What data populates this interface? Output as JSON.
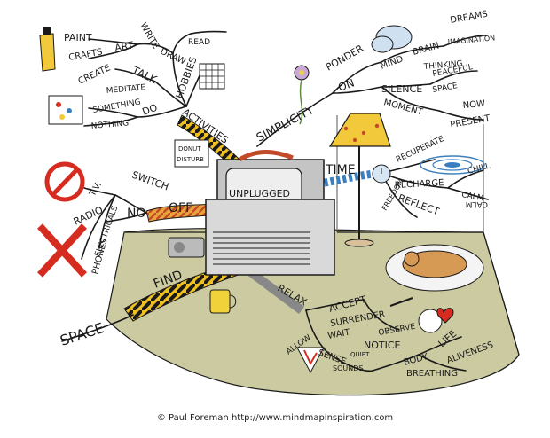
{
  "center": {
    "label": "UNPLUGGED"
  },
  "branches": {
    "simplicity": "SIMPLICITY",
    "time": "TIME",
    "relax": "RELAX",
    "find": "FIND",
    "space": "SPACE",
    "off": "OFF",
    "no": "NO",
    "switch": "SWITCH",
    "activities": "ACTIVITIES",
    "on": "ON"
  },
  "activities": {
    "do": "DO",
    "something": "SOMETHING",
    "nothing": "NOTHING",
    "meditate": "MEDITATE",
    "talk": "TALK",
    "create": "CREATE",
    "crafts": "CRAFTS",
    "paint": "PAINT",
    "art": "ART",
    "write": "WRITE",
    "draw": "DRAW",
    "read": "READ",
    "hobbies": "HOBBIES"
  },
  "on": {
    "ponder": "PONDER",
    "mind": "MIND",
    "brain": "BRAIN",
    "dreams": "DREAMS",
    "imagination": "IMAGINATION",
    "thinking": "THINKING",
    "silence": "SILENCE",
    "peaceful": "PEACEFUL",
    "space": "SPACE",
    "moment": "MOMENT",
    "now": "NOW",
    "present": "PRESENT"
  },
  "time": {
    "recuperate": "RECUPERATE",
    "recharge": "RECHARGE",
    "chill": "CHILL",
    "calm": "CALM",
    "reflect": "REFLECT",
    "freedom": "FREEDOM",
    "calm_mirror": "CALM"
  },
  "no": {
    "tv": "T.V.",
    "radio": "RADIO",
    "electricals": "ELECTRICALS",
    "phones": "PHONES"
  },
  "relax": {
    "accept": "ACCEPT",
    "surrender": "SURRENDER",
    "observe": "OBSERVE",
    "wait": "WAIT",
    "notice": "NOTICE",
    "allow": "ALLOW",
    "sense": "SENSE",
    "quiet": "QUIET",
    "sounds": "SOUNDS",
    "body": "BODY",
    "life": "LIFE",
    "aliveness": "ALIVENESS",
    "breathing": "BREATHING"
  },
  "signs": {
    "donut": "DONUT",
    "disturb": "DISTURB"
  },
  "credit": "© Paul Foreman http://www.mindmapinspiration.com",
  "colors": {
    "floor": "#cbcaa0",
    "lampshade": "#f2c93a",
    "monitor": "#c4c4c4",
    "tower": "#d9d9d9",
    "cable": "#e8a33a",
    "cable_dark": "#c44a2a",
    "find_stripe": "#f0c020",
    "ban_red": "#d62b1f",
    "cat": "#d79a55",
    "mug": "#f2d23a",
    "cloud": "#cfe0f0",
    "time_swirl": "#3c7fc0"
  }
}
